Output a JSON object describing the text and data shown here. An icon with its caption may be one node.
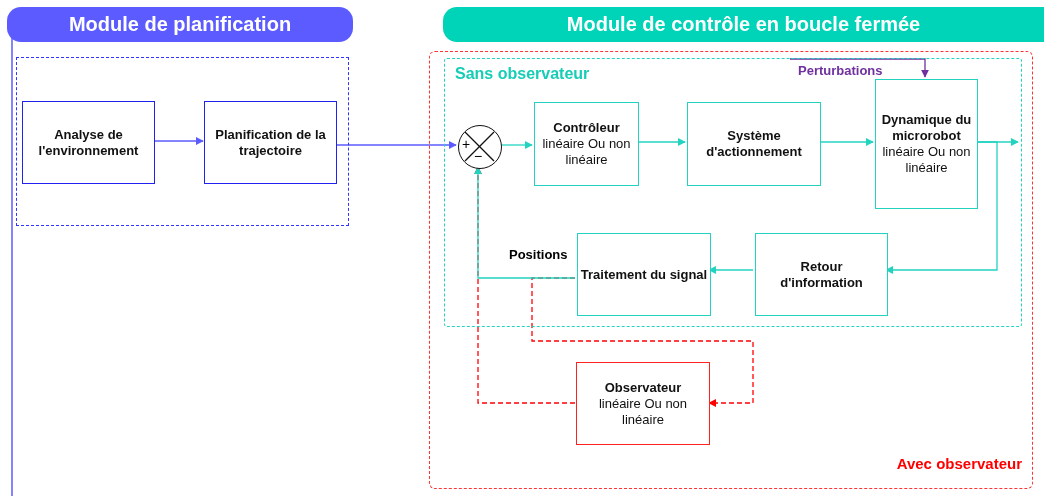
{
  "diagram": {
    "nodes": [
      {
        "text": [
          "Module de planification"
        ]
      },
      {
        "text": [
          "Module de contrôle en boucle fermée"
        ]
      },
      {
        "text": [],
        "shape": "box"
      },
      {
        "text": [
          "Analyse de l'environnement"
        ],
        "in": 2
      },
      {
        "text": [
          "Planification de la trajectoire"
        ],
        "in": 2
      },
      {
        "text": [
          "Avec observateur"
        ]
      },
      {
        "text": [
          "Sans observateur"
        ],
        "in": 5
      },
      {
        "text": [
          "+",
          "−"
        ],
        "in": 6
      },
      {
        "text": [
          "Contrôleur",
          "linéaire Ou non linéaire"
        ],
        "in": 6
      },
      {
        "text": [
          "Système d'actionnement"
        ],
        "in": 6
      },
      {
        "text": [
          "Dynamique du microrobot",
          "linéaire Ou non linéaire"
        ],
        "in": 6
      },
      {
        "text": [
          "Perturbations"
        ],
        "in": 6
      },
      {
        "text": [
          "Retour d'information"
        ],
        "in": 6
      },
      {
        "text": [
          "Traitement du signal"
        ],
        "in": 6
      },
      {
        "text": [
          "Observateur",
          "linéaire Ou non linéaire"
        ],
        "in": 5
      }
    ],
    "edges": [
      {
        "from": 3,
        "to": 4,
        "arrow": "to",
        "color": "#5b5bff"
      },
      {
        "from": 4,
        "to": 7,
        "arrow": "to",
        "color": "#5b5bff"
      },
      {
        "from": 7,
        "to": 8,
        "arrow": "to"
      },
      {
        "from": 8,
        "to": 9,
        "arrow": "to"
      },
      {
        "from": 9,
        "to": 10,
        "arrow": "to"
      },
      {
        "from": 10,
        "to": null,
        "arrow": "to"
      },
      {
        "from": 11,
        "to": 10,
        "arrow": "to",
        "color": "#7030a0"
      },
      {
        "from": 10,
        "to": 12,
        "arrow": "to"
      },
      {
        "from": 12,
        "to": 13,
        "arrow": "to"
      },
      {
        "from": 14,
        "to": 7,
        "arrow": "to",
        "style": "dashed",
        "color": "#ff0000"
      },
      {
        "from": 13,
        "to": 7,
        "arrow": "to",
        "label": "Positions"
      },
      {
        "from": 13,
        "to": 14,
        "arrow": "to",
        "style": "dashed",
        "color": "#ff0000"
      }
    ]
  }
}
